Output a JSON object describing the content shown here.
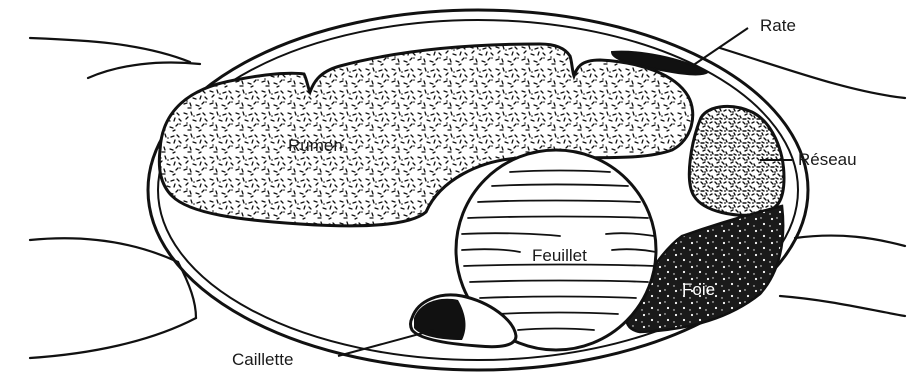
{
  "diagram": {
    "labels": {
      "rate": "Rate",
      "reseau": "Réseau",
      "rumen": "Rumen",
      "feuillet": "Feuillet",
      "foie": "Foie",
      "caillette": "Caillette"
    }
  }
}
